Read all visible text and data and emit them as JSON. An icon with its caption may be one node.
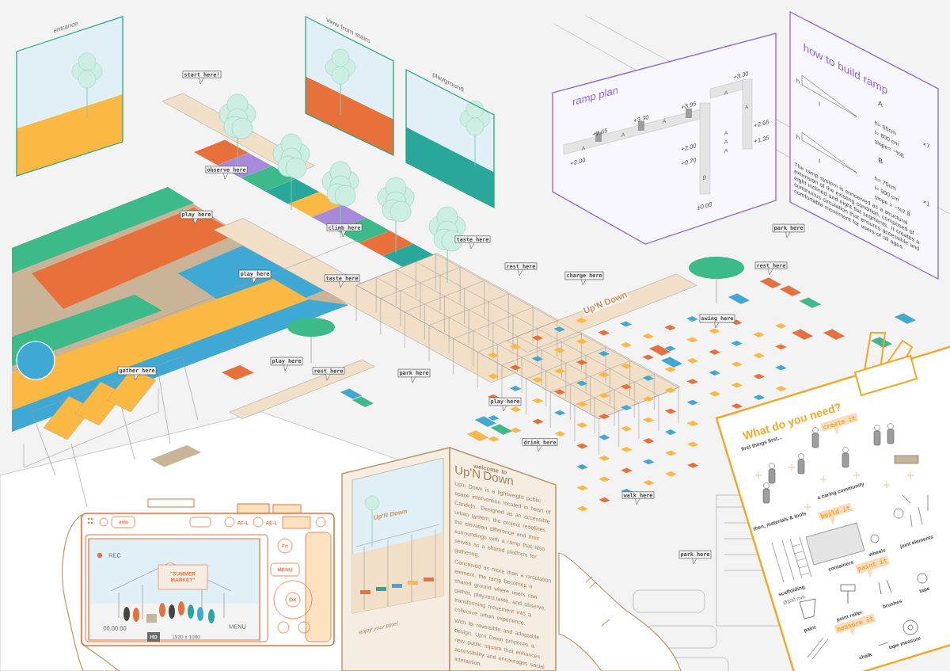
{
  "diagram": {
    "nodes": [
      {
        "text": [
          "entrance"
        ]
      },
      {
        "text": [
          "view from stairs"
        ]
      },
      {
        "text": [
          "playground"
        ]
      },
      {
        "text": [
          "ramp plan"
        ]
      },
      {
        "text": [
          "how to build ramp",
          "The ramp system is conceived as a structural extension of the existing condition, composed of eight inclined and eight flat segments. It creates a continuous circulation that ensures accessible and comfortable movement for users of all ages."
        ]
      },
      {
        "text": [
          "start here!"
        ]
      },
      {
        "text": [
          "observe here"
        ]
      },
      {
        "text": [
          "play here"
        ]
      },
      {
        "text": [
          "climb here"
        ]
      },
      {
        "text": [
          "park here"
        ]
      },
      {
        "text": [
          "taste here"
        ]
      },
      {
        "text": [
          "rest here"
        ]
      },
      {
        "text": [
          "rest here"
        ]
      },
      {
        "text": [
          "play here"
        ]
      },
      {
        "text": [
          "charge here"
        ]
      },
      {
        "text": [
          "taste here"
        ]
      },
      {
        "text": [
          "swing here"
        ]
      },
      {
        "text": [
          "play here"
        ]
      },
      {
        "text": [
          "gather here"
        ]
      },
      {
        "text": [
          "rest here"
        ]
      },
      {
        "text": [
          "park here"
        ]
      },
      {
        "text": [
          "play here"
        ]
      },
      {
        "text": [
          "drink here"
        ]
      },
      {
        "text": [
          "walk here"
        ]
      },
      {
        "text": [
          "park here"
        ]
      },
      {
        "text": [
          "welcome to",
          "Up'N Down",
          "Up'n Down is a lightweight public space intervention located in heart of Candelo. Designed as an accessible urban system, the project redefines the elevation difference and their surroundings with a ramp that also serves as a shared platform for gathering.",
          "Conceived as more than a circulation element, the ramp becomes a shared ground where users can gather, play,rest,taste, and observe, transforming movement into a collective urban experience.",
          "With its reversible and adaptable design, Up'n Down proposes a new public square that enhances accessibility and encourages social interaction."
        ]
      },
      {
        "text": [
          "What do you need?"
        ]
      },
      {
        "text": [
          "create it"
        ],
        "in": 26
      },
      {
        "text": [
          "build it"
        ],
        "in": 26
      },
      {
        "text": [
          "paint it"
        ],
        "in": 26
      },
      {
        "text": [
          "measure it"
        ],
        "in": 26
      }
    ],
    "labels": [
      "+3.30",
      "+3.95",
      "+3.30",
      "+2.65",
      "+2.65",
      "+1.35",
      "+2.00",
      "+2.00",
      "+0.70",
      "±0.00",
      "A",
      "A",
      "A",
      "A",
      "A",
      "A",
      "A",
      "A",
      "B",
      "h",
      "l",
      "A",
      "h= 65cm",
      "l= 800 cm",
      "slope= ~%8",
      "×7",
      "h",
      "l",
      "B",
      "h= 70cm",
      "l= 900 cm",
      "slope = ~%7.8",
      "×1",
      "Up'N Down",
      "info",
      "AF-L",
      "AE-L",
      "Fn",
      "MENU",
      "OK",
      "REC",
      "\"SUMMER MARKET\"",
      "00.00.00",
      "MENU",
      "HD",
      "1920 x 1080",
      "Up'N Down",
      "enjoy your time!",
      "first things first...",
      "a caring community",
      "then, materials & tools",
      "joint elements",
      "wheels",
      "containers",
      "scaffolding",
      "Ø100 mm",
      "tape",
      "brushes",
      "paint roller",
      "paint",
      "tape measure",
      "chalk"
    ]
  }
}
